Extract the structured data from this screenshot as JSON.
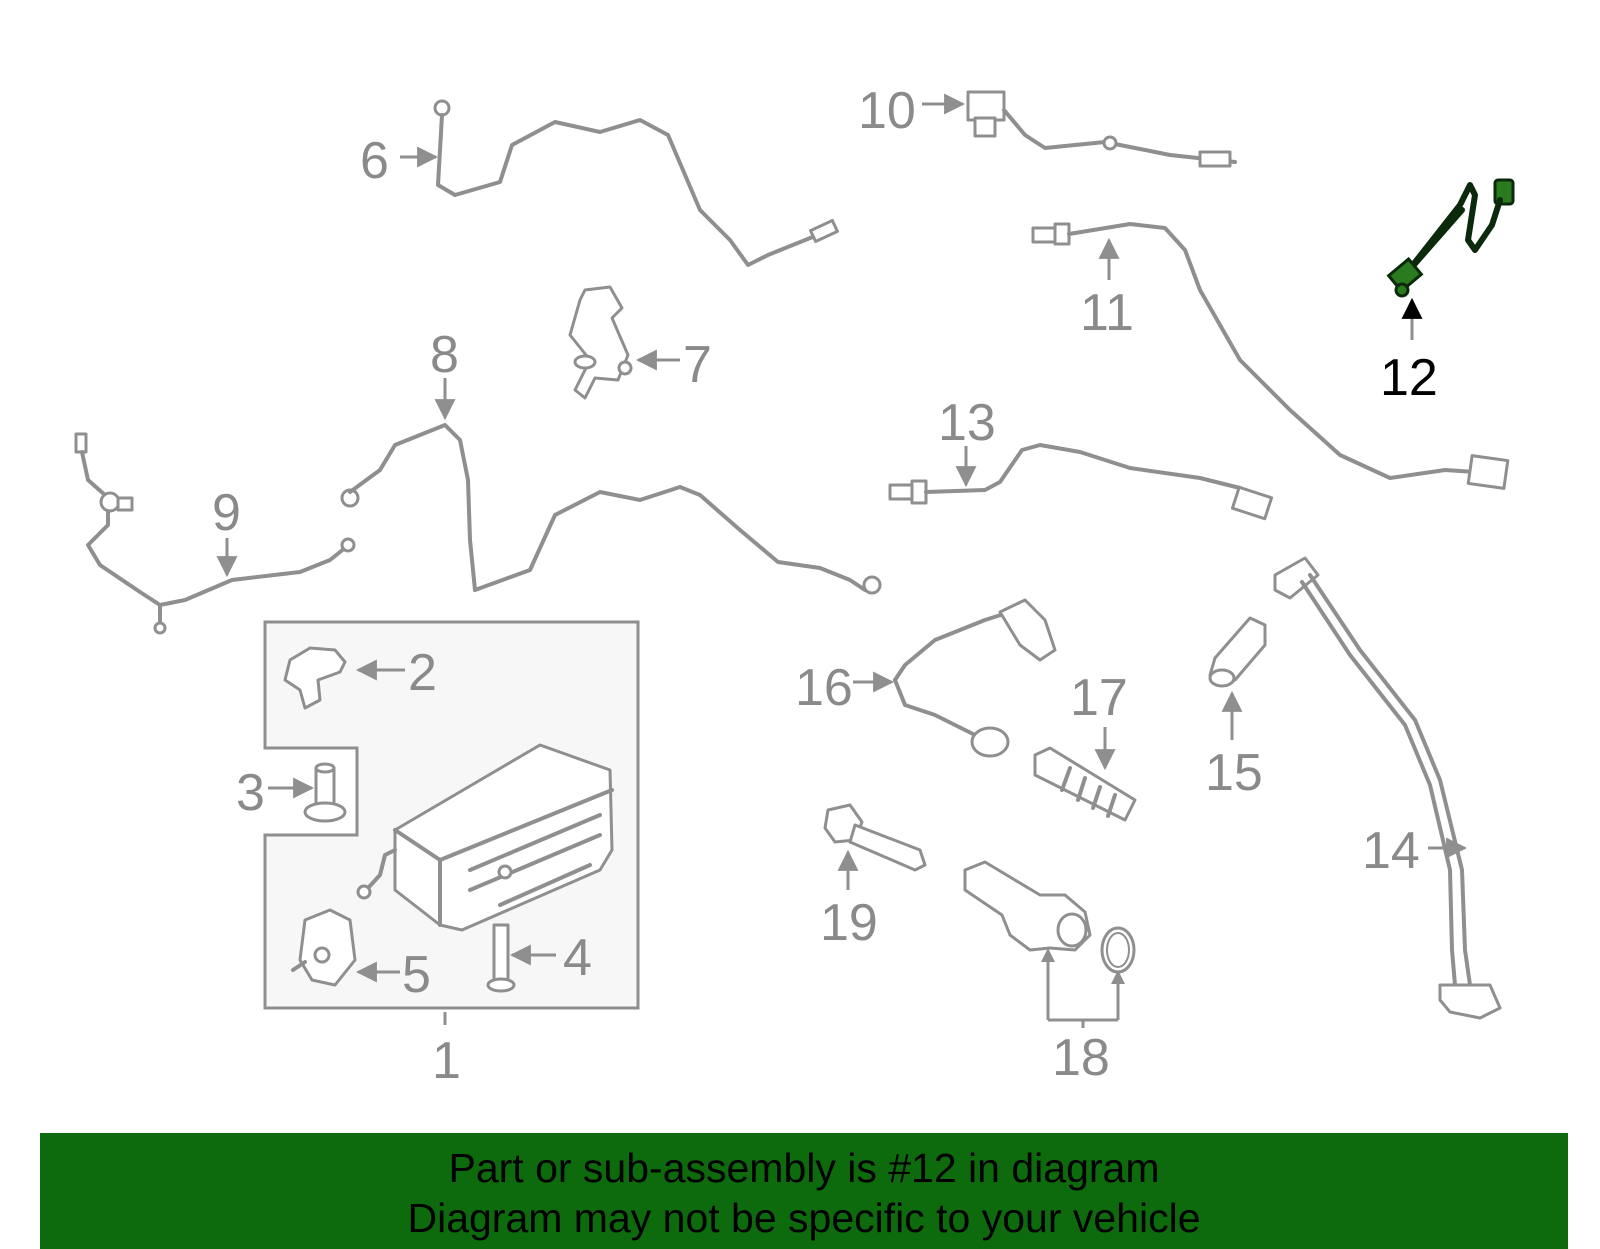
{
  "diagram": {
    "labels": {
      "1": "1",
      "2": "2",
      "3": "3",
      "4": "4",
      "5": "5",
      "6": "6",
      "7": "7",
      "8": "8",
      "9": "9",
      "10": "10",
      "11": "11",
      "12": "12",
      "13": "13",
      "14": "14",
      "15": "15",
      "16": "16",
      "17": "17",
      "18": "18",
      "19": "19"
    },
    "highlighted_part": "12",
    "colors": {
      "parts": "#8f8f8f",
      "highlight": "#2a7a1f",
      "banner": "#0d6b0d"
    }
  },
  "banner": {
    "line1": "Part or sub-assembly is #12 in diagram",
    "line2": "Diagram may not be specific to your vehicle"
  }
}
